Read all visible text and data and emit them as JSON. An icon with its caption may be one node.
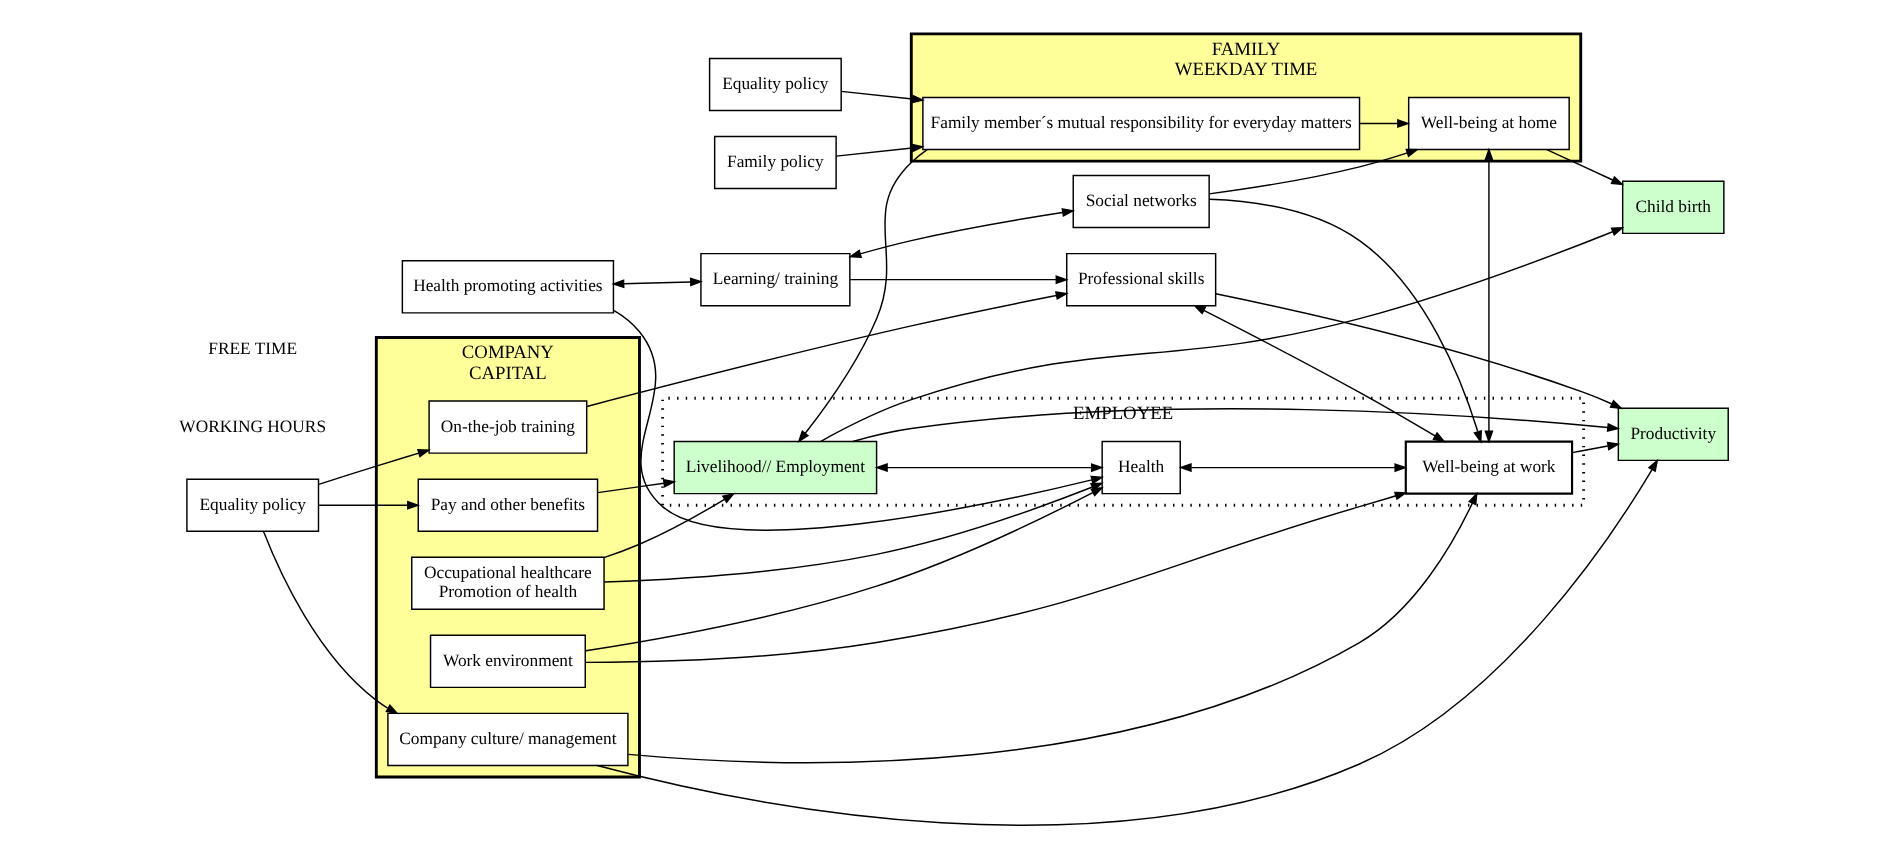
{
  "diagram": {
    "nodes": [
      {
        "text": [
          "COMPANY",
          "CAPITAL"
        ]
      },
      {
        "text": [
          "EMPLOYEE"
        ]
      },
      {
        "text": [
          "FAMILY",
          "WEEKDAY TIME"
        ]
      },
      {
        "text": [
          "Equality policy"
        ]
      },
      {
        "text": [
          "Pay and other benefits"
        ],
        "in": 0
      },
      {
        "text": [
          "Occupational healthcare",
          "Promotion of health"
        ],
        "in": 0
      },
      {
        "text": [
          "Work environment"
        ],
        "in": 0
      },
      {
        "text": [
          "On-the-job training"
        ],
        "in": 0
      },
      {
        "text": [
          "Company culture/ management"
        ],
        "in": 0
      },
      {
        "text": [
          "Livelihood// Employment"
        ],
        "in": 1
      },
      {
        "text": [
          "Health"
        ],
        "in": 1
      },
      {
        "text": [
          "Professional skills"
        ]
      },
      {
        "text": [
          "Well-being at work"
        ],
        "in": 1
      },
      {
        "text": [
          "Productivity"
        ]
      },
      {
        "text": [
          "Child birth"
        ]
      },
      {
        "text": [
          "Health promoting activities"
        ]
      },
      {
        "text": [
          "Learning/ training"
        ]
      },
      {
        "text": [
          "Social networks"
        ]
      },
      {
        "text": [
          "Family member´s mutual responsibility for everyday matters"
        ],
        "in": 2
      },
      {
        "text": [
          "Well-being at home"
        ],
        "in": 2
      },
      {
        "text": [
          "Family policy"
        ]
      },
      {
        "text": [
          "Equality policy"
        ]
      }
    ],
    "edges": [
      {
        "from": 3,
        "to": 4,
        "arrow": "to"
      },
      {
        "from": 3,
        "to": 7,
        "arrow": "to"
      },
      {
        "from": 3,
        "to": 8,
        "arrow": "to"
      },
      {
        "from": 4,
        "to": 9,
        "arrow": "to"
      },
      {
        "from": 5,
        "to": 9,
        "arrow": "to"
      },
      {
        "from": 5,
        "to": 10,
        "arrow": "to"
      },
      {
        "from": 6,
        "to": 10,
        "arrow": "to"
      },
      {
        "from": 6,
        "to": 12,
        "arrow": "to"
      },
      {
        "from": 7,
        "to": 11,
        "arrow": "to"
      },
      {
        "from": 8,
        "to": 12,
        "arrow": "to"
      },
      {
        "from": 8,
        "to": 13,
        "arrow": "to"
      },
      {
        "from": 11,
        "to": 13,
        "arrow": "to"
      },
      {
        "from": 12,
        "to": 13,
        "arrow": "to"
      },
      {
        "from": 9,
        "to": 10,
        "arrow": "both"
      },
      {
        "from": 10,
        "to": 12,
        "arrow": "both"
      },
      {
        "from": 11,
        "to": 12,
        "arrow": "both"
      },
      {
        "from": 15,
        "to": 10,
        "arrow": "to"
      },
      {
        "from": 16,
        "to": 11,
        "arrow": "to"
      },
      {
        "from": 15,
        "to": 16,
        "arrow": "both"
      },
      {
        "from": 16,
        "to": 17,
        "arrow": "both"
      },
      {
        "from": 17,
        "to": 12,
        "arrow": "to"
      },
      {
        "from": 17,
        "to": 19,
        "arrow": "to"
      },
      {
        "from": 12,
        "to": 19,
        "arrow": "both"
      },
      {
        "from": 18,
        "to": 9,
        "arrow": "to"
      },
      {
        "from": 18,
        "to": 19,
        "arrow": "to"
      },
      {
        "from": 19,
        "to": 14,
        "arrow": "to"
      },
      {
        "from": 20,
        "to": 18,
        "arrow": "to"
      },
      {
        "from": 21,
        "to": 18,
        "arrow": "to"
      },
      {
        "from": 9,
        "to": 13,
        "arrow": "to"
      },
      {
        "from": 9,
        "to": 14,
        "arrow": "to"
      }
    ],
    "labels": [
      "WORKING HOURS",
      "FREE TIME"
    ]
  }
}
